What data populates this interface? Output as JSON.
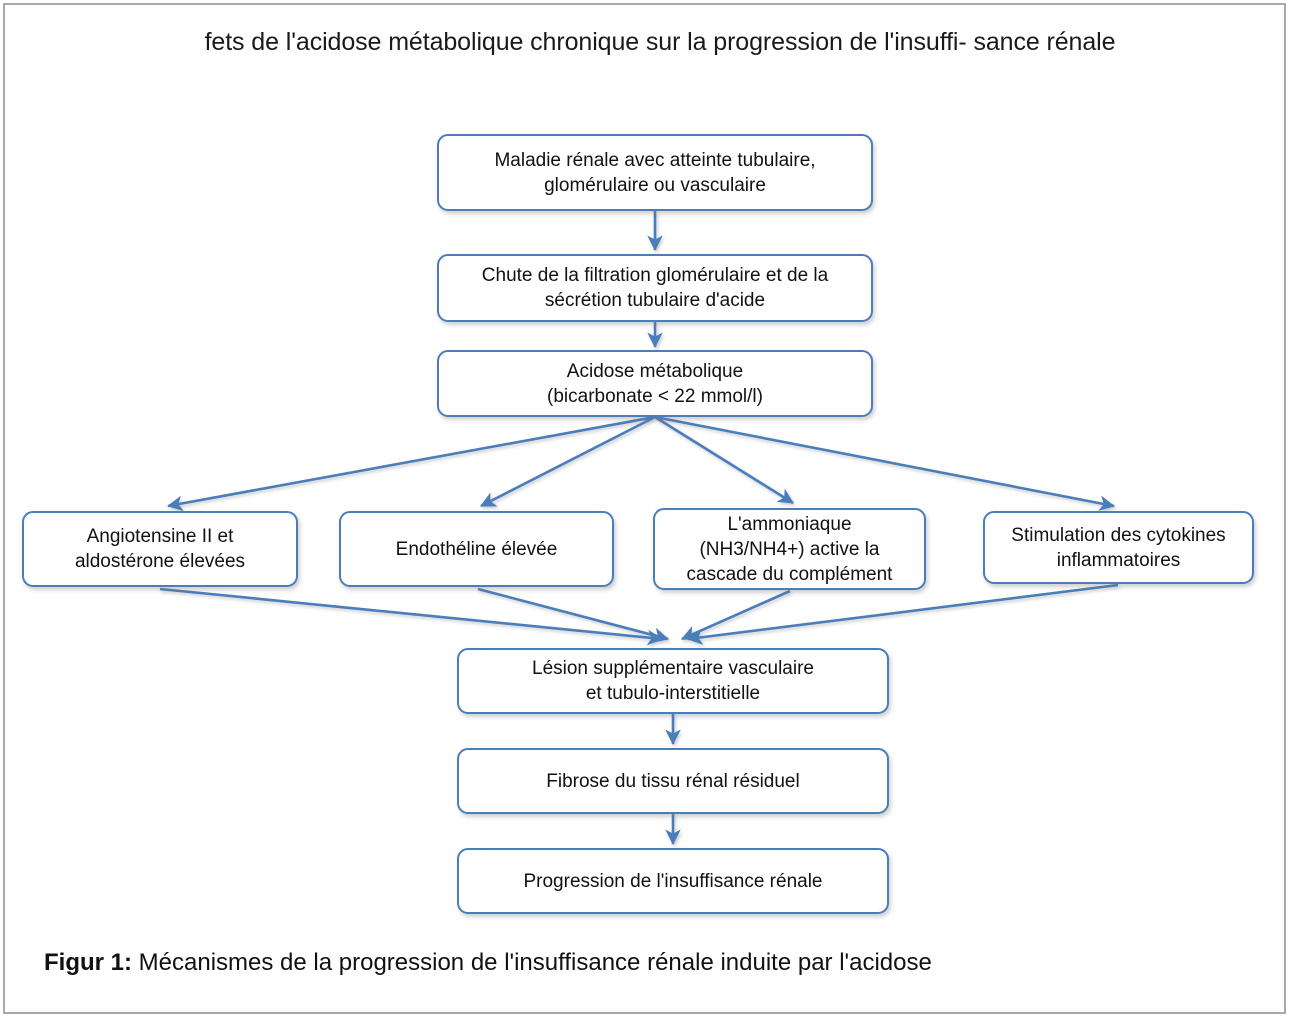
{
  "figure": {
    "title": "fets de l'acidose métabolique chronique sur la progression de l'insuffi-\nsance rénale",
    "caption_label": "Figur 1:",
    "caption_text": " Mécanismes de la progression de l'insuffisance rénale induite par l'acidose",
    "accent_color": "#4a7ebb",
    "frame_color": "#a8a8a8",
    "text_color": "#111111"
  },
  "nodes": [
    {
      "id": "maladie-renale",
      "label": "Maladie rénale avec atteinte tubulaire,\nglomérulaire ou vasculaire"
    },
    {
      "id": "chute-filtration",
      "label": "Chute de la filtration glomérulaire et de la\nsécrétion tubulaire d'acide"
    },
    {
      "id": "acidose-metabolique",
      "label": "Acidose métabolique\n(bicarbonate < 22 mmol/l)"
    },
    {
      "id": "angiotensine",
      "label": "Angiotensine II et\naldostérone élevées"
    },
    {
      "id": "endotheline",
      "label": "Endothéline élevée"
    },
    {
      "id": "ammoniaque",
      "label": "L'ammoniaque\n(NH3/NH4+) active la\ncascade du complément"
    },
    {
      "id": "cytokines",
      "label": "Stimulation des cytokines\ninflammatoires"
    },
    {
      "id": "lesion-supplementaire",
      "label": "Lésion supplémentaire vasculaire\net tubulo-interstitielle"
    },
    {
      "id": "fibrose",
      "label": "Fibrose du tissu rénal résiduel"
    },
    {
      "id": "progression",
      "label": "Progression de l'insuffisance rénale"
    }
  ],
  "edges": [
    {
      "from": "maladie-renale",
      "to": "chute-filtration"
    },
    {
      "from": "chute-filtration",
      "to": "acidose-metabolique"
    },
    {
      "from": "acidose-metabolique",
      "to": "angiotensine"
    },
    {
      "from": "acidose-metabolique",
      "to": "endotheline"
    },
    {
      "from": "acidose-metabolique",
      "to": "ammoniaque"
    },
    {
      "from": "acidose-metabolique",
      "to": "cytokines"
    },
    {
      "from": "angiotensine",
      "to": "lesion-supplementaire"
    },
    {
      "from": "endotheline",
      "to": "lesion-supplementaire"
    },
    {
      "from": "ammoniaque",
      "to": "lesion-supplementaire"
    },
    {
      "from": "cytokines",
      "to": "lesion-supplementaire"
    },
    {
      "from": "lesion-supplementaire",
      "to": "fibrose"
    },
    {
      "from": "fibrose",
      "to": "progression"
    }
  ]
}
